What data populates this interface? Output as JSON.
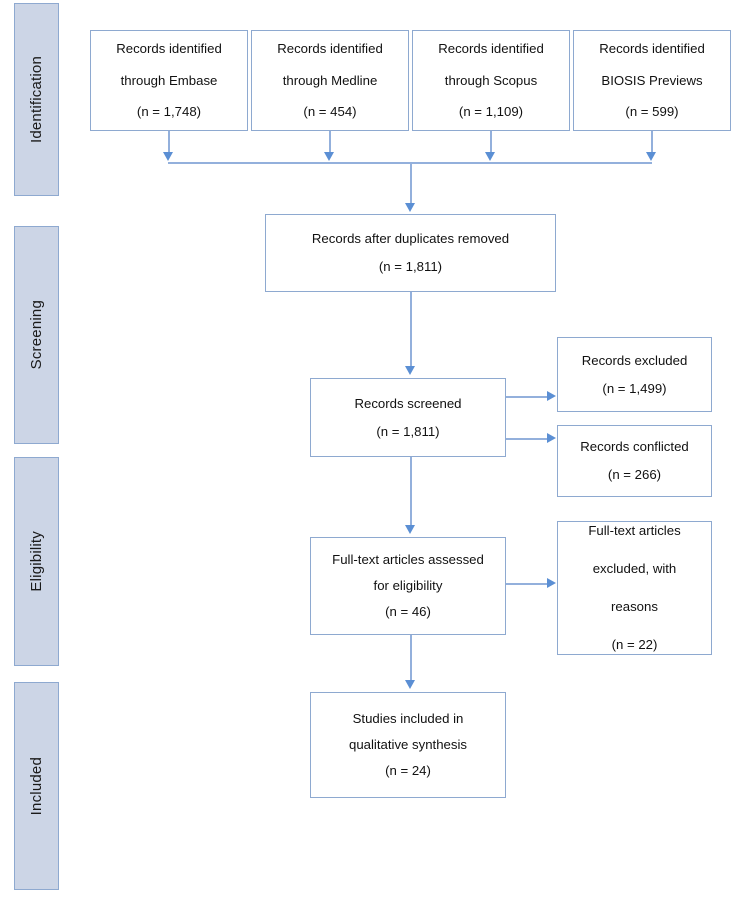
{
  "diagram": {
    "type": "prisma-flow-diagram",
    "colors": {
      "stage_bar_fill": "#ccd5e6",
      "stage_bar_border": "#8ea9d0",
      "box_border": "#8ea9d0",
      "box_fill": "#ffffff",
      "connector": "#93b0dc",
      "arrowhead": "#5b8fd4",
      "text": "#111111"
    },
    "stages": [
      {
        "label": "Identification"
      },
      {
        "label": "Screening"
      },
      {
        "label": "Eligibility"
      },
      {
        "label": "Included"
      }
    ],
    "sources": [
      {
        "line1": "Records identified",
        "line2": "through Embase",
        "count": "(n = 1,748)"
      },
      {
        "line1": "Records identified",
        "line2": "through Medline",
        "count": "(n = 454)"
      },
      {
        "line1": "Records identified",
        "line2": "through Scopus",
        "count": "(n = 1,109)"
      },
      {
        "line1": "Records identified",
        "line2": "BIOSIS Previews",
        "count": "(n = 599)"
      }
    ],
    "duplicates_removed": {
      "line1": "Records after duplicates removed",
      "count": "(n = 1,811)"
    },
    "records_screened": {
      "line1": "Records screened",
      "count": "(n = 1,811)"
    },
    "records_excluded": {
      "line1": "Records excluded",
      "count": "(n = 1,499)"
    },
    "records_conflicted": {
      "line1": "Records conflicted",
      "count": "(n = 266)"
    },
    "fulltext_assessed": {
      "line1": "Full-text articles assessed",
      "line2": "for eligibility",
      "count": "(n = 46)"
    },
    "fulltext_excluded": {
      "line1": "Full-text articles",
      "line2": "excluded, with",
      "line3": "reasons",
      "count": "(n = 22)"
    },
    "studies_included": {
      "line1": "Studies included in",
      "line2": "qualitative synthesis",
      "count": "(n = 24)"
    }
  }
}
